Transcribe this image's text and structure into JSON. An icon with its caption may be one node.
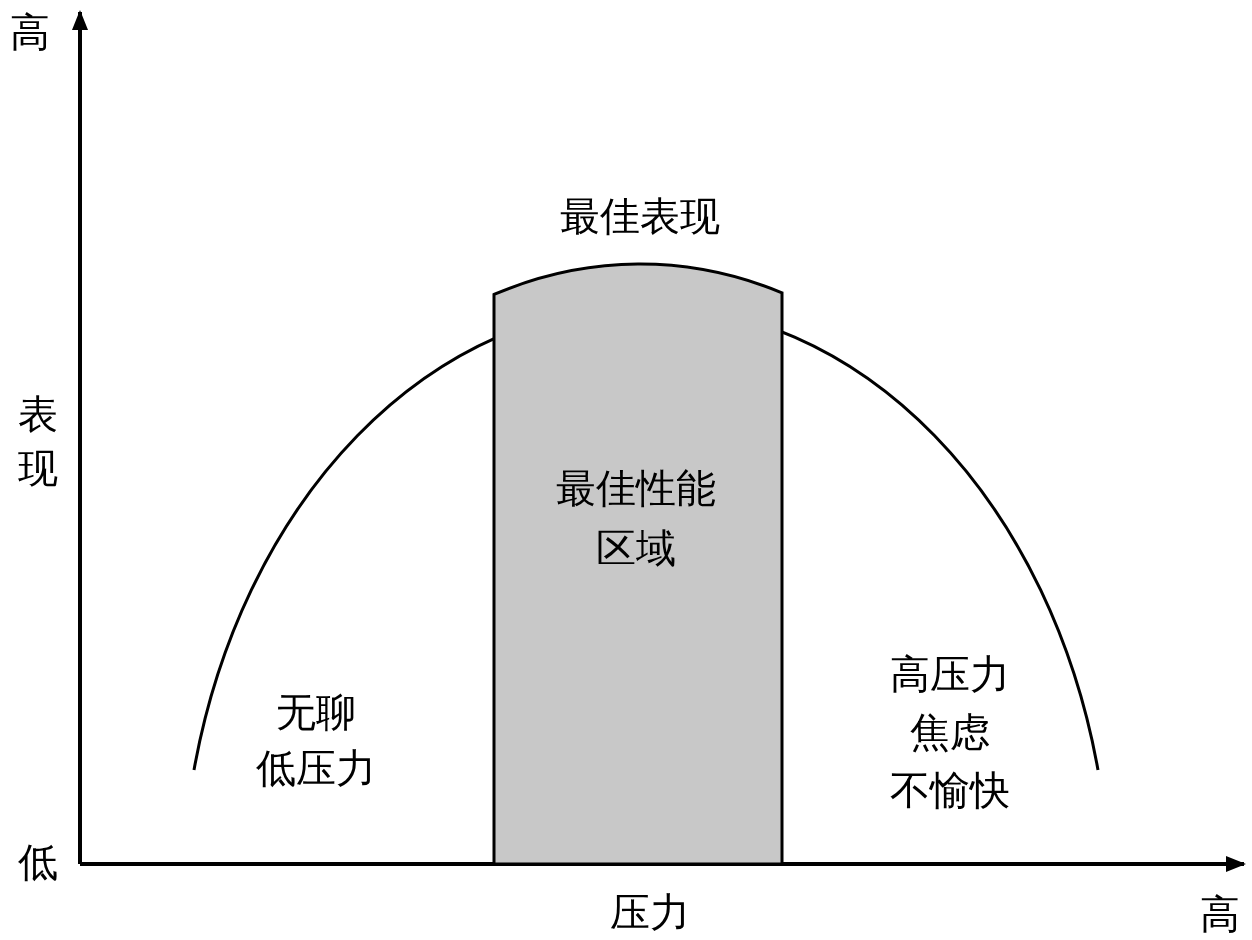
{
  "diagram": {
    "nodes": [
      {
        "text": [
          "最佳性能区域"
        ]
      }
    ],
    "edges": [],
    "labels": [
      "高",
      "最佳表现",
      "表现",
      "无聊",
      "低压力",
      "高压力",
      "焦虑",
      "不愉快",
      "低",
      "压力",
      "高"
    ]
  }
}
